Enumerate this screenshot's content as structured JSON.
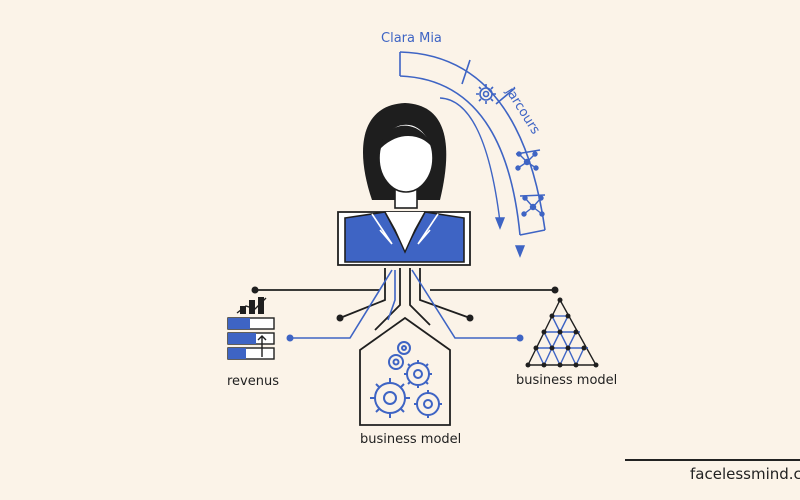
{
  "diagram": {
    "person_label": "Clara Mia",
    "arc_label": "jarcours",
    "nodes": {
      "revenue": {
        "label": "revenus"
      },
      "business_model_right": {
        "label": "business model"
      },
      "business_model_bottom": {
        "label": "business model"
      }
    }
  },
  "footer": {
    "text": "facelessmind.co"
  },
  "colors": {
    "accent": "#3e64c4",
    "ink": "#1f1f1f",
    "background": "#fbf3e8"
  }
}
